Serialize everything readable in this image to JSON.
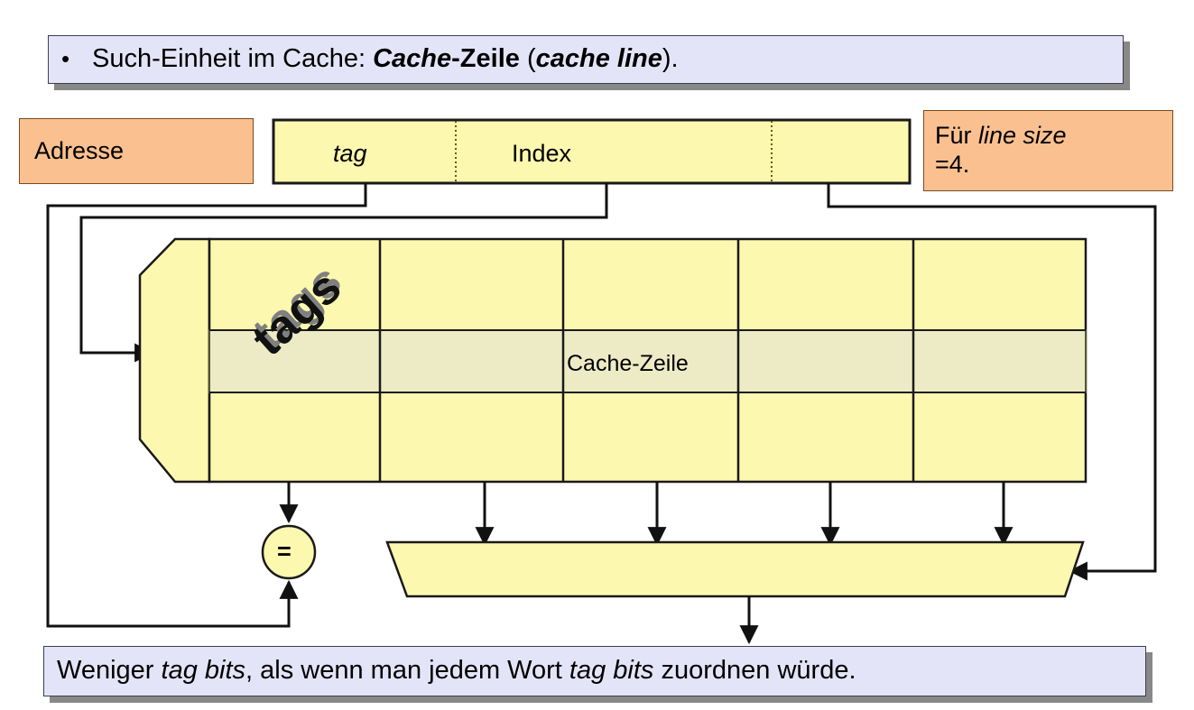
{
  "slide": {
    "title_callout": {
      "bullet": "•",
      "text_plain": "Such-Einheit im Cache: Cache-Zeile (cache line)."
    },
    "bottom_callout": {
      "text_plain": "Weniger tag bits, als wenn man jedem Wort tag bits zuordnen würde."
    }
  },
  "address": {
    "box_label": "Adresse",
    "fields": [
      {
        "name": "tag",
        "label": "tag",
        "italic": true
      },
      {
        "name": "index",
        "label": "Index",
        "italic": false
      },
      {
        "name": "offset",
        "label": "",
        "italic": false
      }
    ]
  },
  "note": {
    "line1_prefix": "Für ",
    "line1_italic": "line size",
    "line2": "=4."
  },
  "cache": {
    "decoder_name": "index-decoder",
    "tags_column_label": "tags",
    "highlighted_row_label": "Cache-Zeile",
    "rows": 3,
    "highlighted_row_index": 1,
    "data_columns": 4,
    "comparator_label": "=",
    "mux_name": "word-multiplexer"
  },
  "colors": {
    "yellow_fill": "#FCF8AF",
    "yellow_highlight": "#EDEBC6",
    "orange_fill": "#FAC090",
    "lavender_fill": "#E4E4F8",
    "shadow_gray": "#888888",
    "stroke": "#1a1a1a"
  }
}
